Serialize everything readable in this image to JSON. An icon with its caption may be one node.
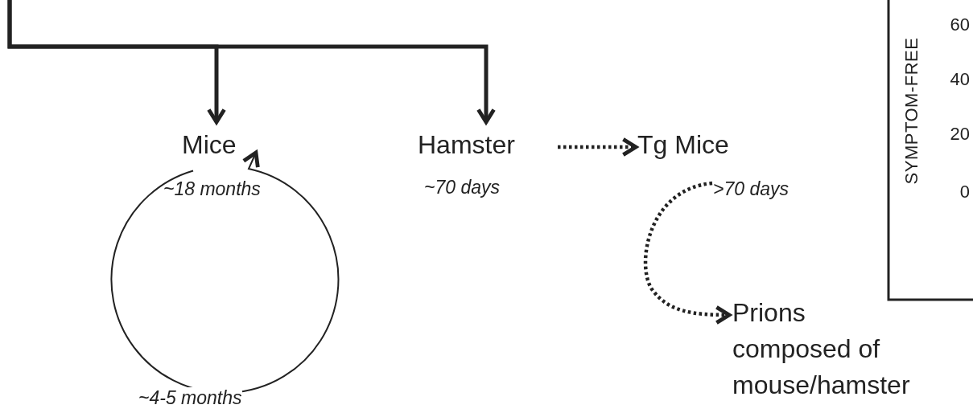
{
  "diagram": {
    "nodes": [
      {
        "text": [
          "Mice"
        ],
        "beside": [
          "~18 months"
        ]
      },
      {
        "text": [
          "Hamster"
        ],
        "beside": [
          "~70 days"
        ]
      },
      {
        "text": [
          "Tg Mice"
        ],
        "beside": [
          ">70 days"
        ]
      },
      {
        "text": [
          "Prions composed of mouse/hamster"
        ]
      }
    ],
    "edges": [
      {
        "from": null,
        "to": 0,
        "arrow": "to"
      },
      {
        "from": null,
        "to": 1,
        "arrow": "to"
      },
      {
        "from": 0,
        "to": 0,
        "arrow": "to",
        "label": "~4-5 months"
      },
      {
        "from": 1,
        "to": 2,
        "arrow": "to",
        "style": "dashed"
      },
      {
        "from": 2,
        "to": 3,
        "arrow": "to",
        "style": "dashed"
      }
    ],
    "labels": [
      "SYMPTOM-FREE",
      "60",
      "40",
      "20",
      "0"
    ]
  }
}
